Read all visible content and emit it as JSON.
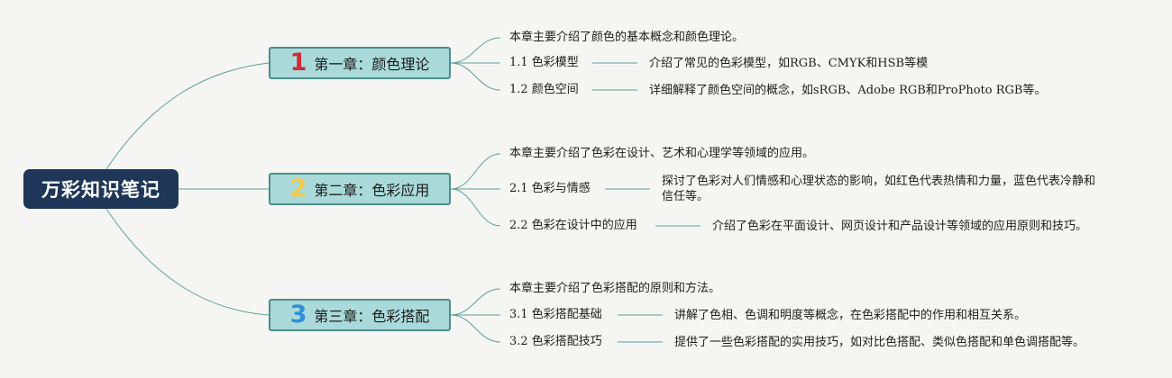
{
  "root": {
    "title": "万彩知识笔记"
  },
  "chapters": [
    {
      "number": "1",
      "number_color": "#d22a3a",
      "title": "第一章：颜色理论",
      "summary": "本章主要介绍了颜色的基本概念和颜色理论。",
      "sections": [
        {
          "label": "1.1 色彩模型",
          "description": "介绍了常见的色彩模型，如RGB、CMYK和HSB等模"
        },
        {
          "label": "1.2 颜色空间",
          "description": "详细解释了颜色空间的概念，如sRGB、Adobe RGB和ProPhoto RGB等。"
        }
      ]
    },
    {
      "number": "2",
      "number_color": "#f2c94c",
      "title": "第二章：色彩应用",
      "summary": "本章主要介绍了色彩在设计、艺术和心理学等领域的应用。",
      "sections": [
        {
          "label": "2.1 色彩与情感",
          "description": "探讨了色彩对人们情感和心理状态的影响，如红色代表热情和力量，蓝色代表冷静和信任等。"
        },
        {
          "label": "2.2 色彩在设计中的应用",
          "description": "介绍了色彩在平面设计、网页设计和产品设计等领域的应用原则和技巧。"
        }
      ]
    },
    {
      "number": "3",
      "number_color": "#2f8fd8",
      "title": "第三章：色彩搭配",
      "summary": "本章主要介绍了色彩搭配的原则和方法。",
      "sections": [
        {
          "label": "3.1 色彩搭配基础",
          "description": "讲解了色相、色调和明度等概念，在色彩搭配中的作用和相互关系。"
        },
        {
          "label": "3.2 色彩搭配技巧",
          "description": "提供了一些色彩搭配的实用技巧，如对比色搭配、类似色搭配和单色调搭配等。"
        }
      ]
    }
  ],
  "colors": {
    "background": "#f5f6f4",
    "root_fill": "#1e3658",
    "chapter_fill": "#a9dad9",
    "chapter_border": "#4e8c8a",
    "connector": "#5e9e96"
  }
}
